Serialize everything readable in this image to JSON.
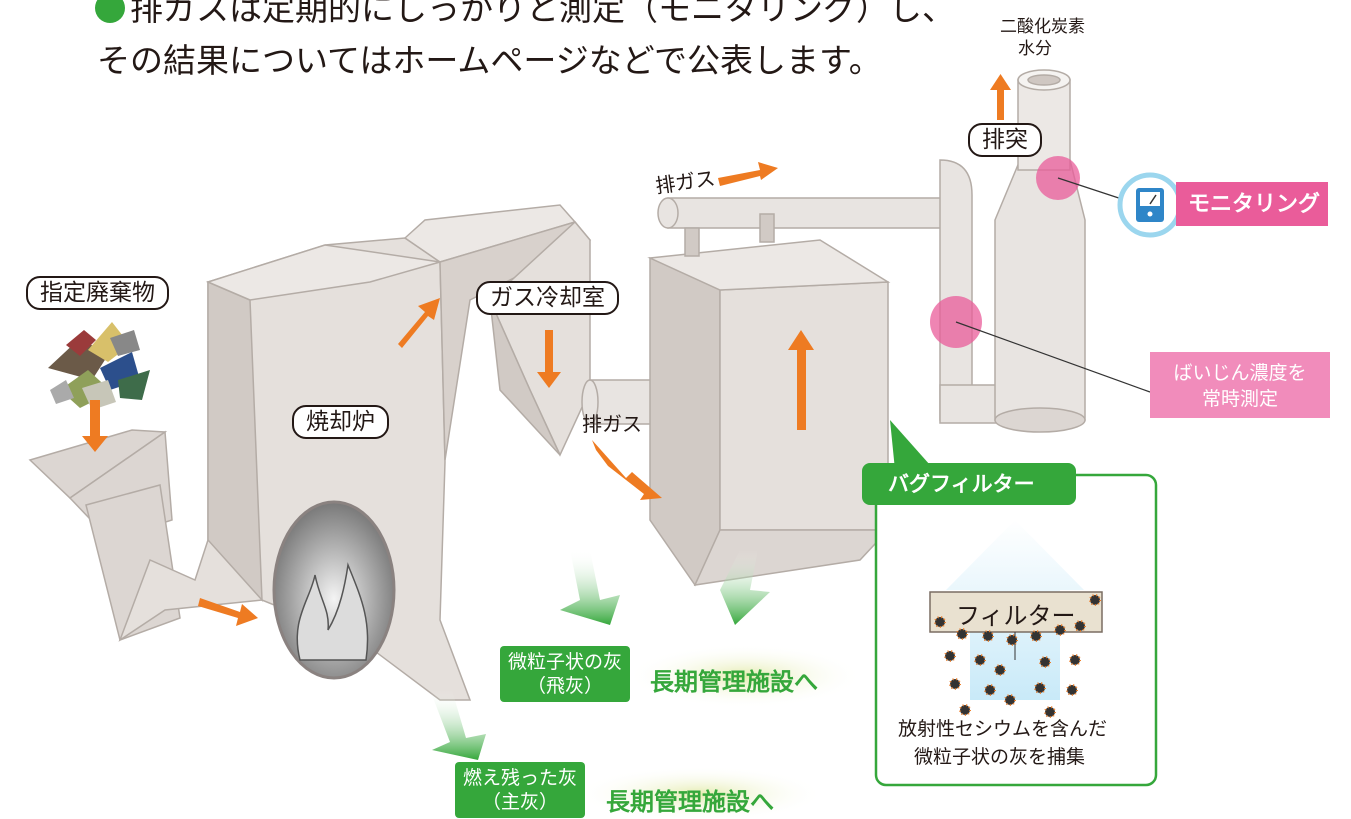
{
  "headline": {
    "line1": "排ガスは定期的にしっかりと測定（モニタリング）し、",
    "line2": "その結果についてはホームページなどで公表します。"
  },
  "chimney_output": {
    "line1": "二酸化炭素",
    "line2": "水分"
  },
  "labels": {
    "chimney": "排突",
    "exhaust_top": "排ガス",
    "exhaust_mid": "排ガス",
    "monitoring": "モニタリング",
    "waste": "指定廃棄物",
    "gas_cooling": "ガス冷却室",
    "incinerator": "焼却炉",
    "dust_line1": "ばいじん濃度を",
    "dust_line2": "常時測定",
    "bag_filter": "バグフィルター",
    "filter": "フィルター",
    "capture_line1": "放射性セシウムを含んだ",
    "capture_line2": "微粒子状の灰を捕集"
  },
  "ash": {
    "fly_line1": "微粒子状の灰",
    "fly_line2": "（飛灰）",
    "fly_dest": "長期管理施設へ",
    "main_line1": "燃え残った灰",
    "main_line2": "（主灰）",
    "main_dest": "長期管理施設へ"
  },
  "colors": {
    "arrow": "#ee7b22",
    "green": "#35a73b",
    "pink": "#ea5c9a",
    "pink_box": "#f18cbb",
    "equipment": "#dcd6d2",
    "text": "#231815"
  }
}
